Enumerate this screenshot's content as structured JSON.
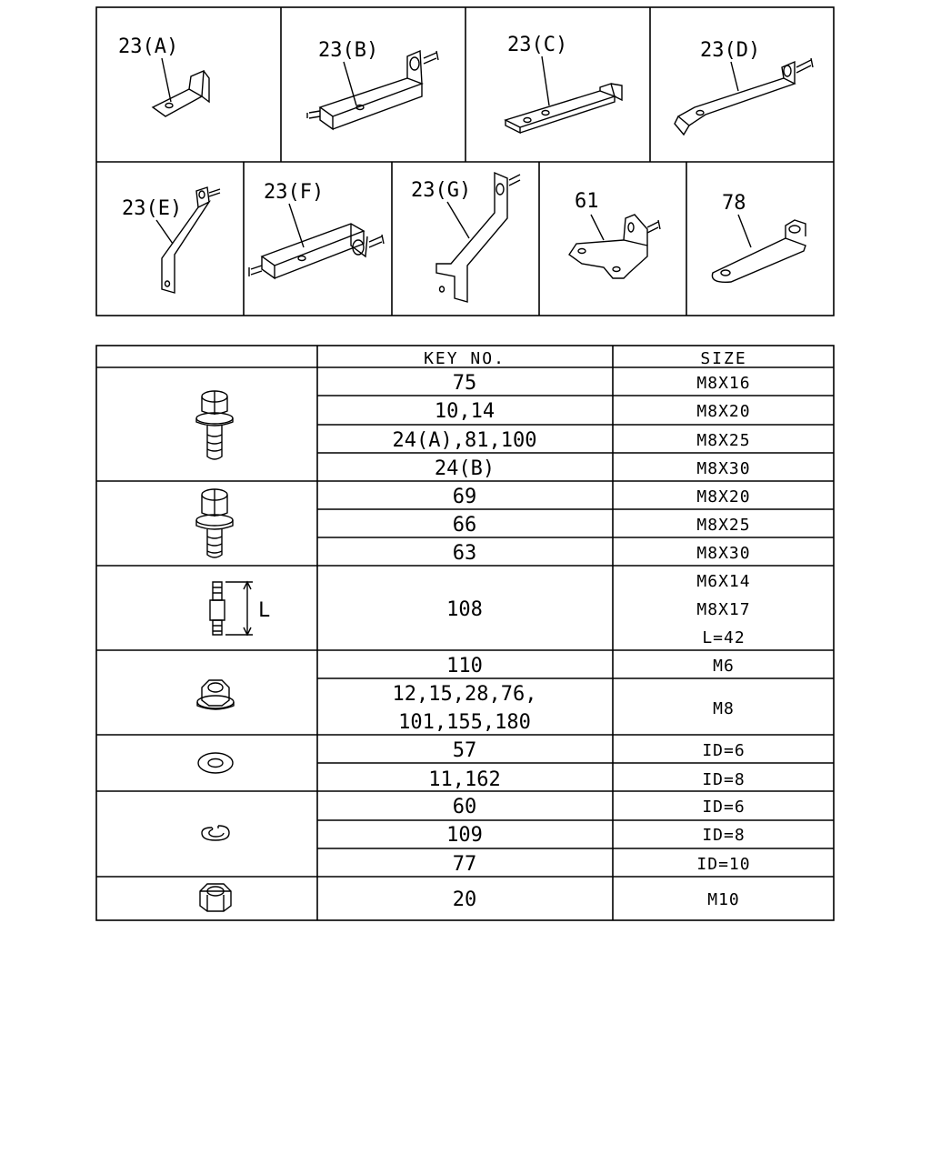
{
  "parts": [
    {
      "id": "part-23a",
      "label": "23(A)"
    },
    {
      "id": "part-23b",
      "label": "23(B)"
    },
    {
      "id": "part-23c",
      "label": "23(C)"
    },
    {
      "id": "part-23d",
      "label": "23(D)"
    },
    {
      "id": "part-23e",
      "label": "23(E)"
    },
    {
      "id": "part-23f",
      "label": "23(F)"
    },
    {
      "id": "part-23g",
      "label": "23(G)"
    },
    {
      "id": "part-61",
      "label": "61"
    },
    {
      "id": "part-78",
      "label": "78"
    }
  ],
  "table": {
    "header": {
      "key": "KEY NO.",
      "size": "SIZE"
    },
    "groups": [
      {
        "icon": "flange-bolt-icon",
        "rows": [
          {
            "key": "75",
            "size": "M8X16"
          },
          {
            "key": "10,14",
            "size": "M8X20"
          },
          {
            "key": "24(A),81,100",
            "size": "M8X25"
          },
          {
            "key": "24(B)",
            "size": "M8X30"
          }
        ]
      },
      {
        "icon": "washer-bolt-icon",
        "rows": [
          {
            "key": "69",
            "size": "M8X20"
          },
          {
            "key": "66",
            "size": "M8X25"
          },
          {
            "key": "63",
            "size": "M8X30"
          }
        ]
      },
      {
        "icon": "stud-bolt-icon",
        "dim_label": "L",
        "rows": [
          {
            "key": "108",
            "size_lines": [
              "M6X14",
              "M8X17",
              "L=42"
            ]
          }
        ]
      },
      {
        "icon": "flange-nut-icon",
        "rows": [
          {
            "key": "110",
            "size": "M6"
          },
          {
            "key_lines": [
              "12,15,28,76,",
              "101,155,180"
            ],
            "size": "M8"
          }
        ]
      },
      {
        "icon": "flat-washer-icon",
        "rows": [
          {
            "key": "57",
            "size": "ID=6"
          },
          {
            "key": "11,162",
            "size": "ID=8"
          }
        ]
      },
      {
        "icon": "spring-washer-icon",
        "rows": [
          {
            "key": "60",
            "size": "ID=6"
          },
          {
            "key": "109",
            "size": "ID=8"
          },
          {
            "key": "77",
            "size": "ID=10"
          }
        ]
      },
      {
        "icon": "hex-nut-icon",
        "rows": [
          {
            "key": "20",
            "size": "M10"
          }
        ]
      }
    ]
  }
}
